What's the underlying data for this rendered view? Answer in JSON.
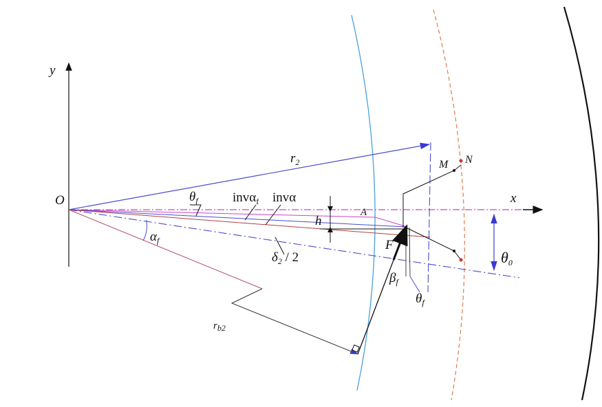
{
  "labels": {
    "y_axis": "y",
    "x_axis": "x",
    "origin": "O",
    "r2": "r",
    "r2_sub": "2",
    "rb2": "r",
    "rb2_sub": "b2",
    "theta_f_prime": "θ",
    "theta_f_prime_sub": "f",
    "inv_alpha_f": "invα",
    "inv_alpha_f_sub": "f",
    "inv_alpha": "invα",
    "h": "h",
    "A": "A",
    "alpha_f": "α",
    "alpha_f_sub": "f",
    "delta2_half": "δ",
    "delta2_half_sub": "2",
    "delta2_half_tail": " / 2",
    "F": "F",
    "beta_f": "β",
    "beta_f_sub": "f",
    "theta_f_prime_2": "θ",
    "theta_f_prime_2_sub": "f",
    "theta0": "θ",
    "theta0_sub": "0",
    "M": "M",
    "N": "N"
  },
  "colors": {
    "axis_dashdot": "#cc44cc",
    "blue": "#4a4ad0",
    "cyan_arc": "#4aa0d8",
    "orange_arc": "#e07a50",
    "red_line": "#b04040",
    "black": "#111111"
  }
}
